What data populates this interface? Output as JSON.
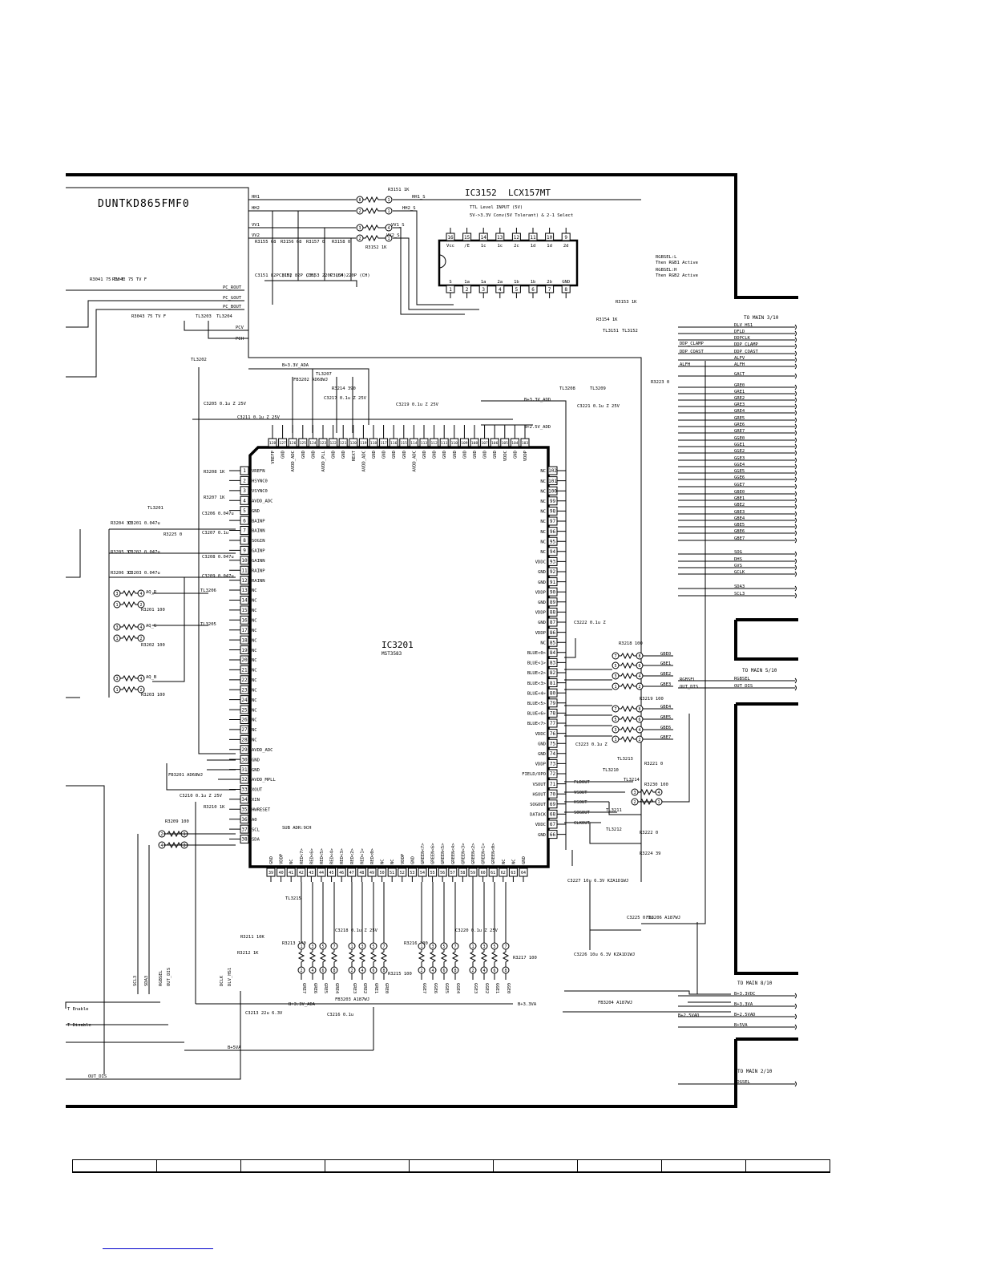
{
  "board": {
    "name": "DUNTKD865FMF0"
  },
  "ic_mux": {
    "ref": "IC3152",
    "part": "LCX157MT",
    "note1": "TTL Level INPUT (5V)",
    "note2": "5V->3.3V Conv(5V Tolerant) & 2-1 Select",
    "top_pins": [
      {
        "n": "16",
        "name": "Vcc"
      },
      {
        "n": "15",
        "name": "/E"
      },
      {
        "n": "14",
        "name": "1c"
      },
      {
        "n": "13",
        "name": "1c"
      },
      {
        "n": "12",
        "name": "2c"
      },
      {
        "n": "11",
        "name": "1d"
      },
      {
        "n": "10",
        "name": "1d"
      },
      {
        "n": "9",
        "name": "2d"
      }
    ],
    "bottom_pins": [
      {
        "n": "1",
        "name": "S"
      },
      {
        "n": "2",
        "name": "1a"
      },
      {
        "n": "3",
        "name": "1a"
      },
      {
        "n": "4",
        "name": "2a"
      },
      {
        "n": "5",
        "name": "1b"
      },
      {
        "n": "6",
        "name": "1b"
      },
      {
        "n": "7",
        "name": "2b"
      },
      {
        "n": "8",
        "name": "GND"
      }
    ]
  },
  "rgbsel_note": {
    "l1": "RGBSEL:L",
    "l2": "Then RGB1 Active",
    "l3": "RGBSEL:H",
    "l4": "Then RGB2 Active"
  },
  "ic_main": {
    "ref": "IC3201",
    "part": "MST3583",
    "sub_addr": "SUB ADR:9CH"
  },
  "left_pins": [
    {
      "n": "1",
      "name": "VREFN"
    },
    {
      "n": "2",
      "name": "HSYNC0"
    },
    {
      "n": "3",
      "name": "VSYNC0"
    },
    {
      "n": "4",
      "name": "AVDD_ADC"
    },
    {
      "n": "5",
      "name": "GND"
    },
    {
      "n": "6",
      "name": "BAINP"
    },
    {
      "n": "7",
      "name": "BAINN"
    },
    {
      "n": "8",
      "name": "SOGIN"
    },
    {
      "n": "9",
      "name": "GAINP"
    },
    {
      "n": "10",
      "name": "GAINN"
    },
    {
      "n": "11",
      "name": "RAINP"
    },
    {
      "n": "12",
      "name": "RAINN"
    },
    {
      "n": "13",
      "name": "NC"
    },
    {
      "n": "14",
      "name": "NC"
    },
    {
      "n": "15",
      "name": "NC"
    },
    {
      "n": "16",
      "name": "NC"
    },
    {
      "n": "17",
      "name": "NC"
    },
    {
      "n": "18",
      "name": "NC"
    },
    {
      "n": "19",
      "name": "NC"
    },
    {
      "n": "20",
      "name": "NC"
    },
    {
      "n": "21",
      "name": "NC"
    },
    {
      "n": "22",
      "name": "NC"
    },
    {
      "n": "23",
      "name": "NC"
    },
    {
      "n": "24",
      "name": "NC"
    },
    {
      "n": "25",
      "name": "NC"
    },
    {
      "n": "26",
      "name": "NC"
    },
    {
      "n": "27",
      "name": "NC"
    },
    {
      "n": "28",
      "name": "NC"
    },
    {
      "n": "29",
      "name": "AVDD_ADC"
    },
    {
      "n": "30",
      "name": "GND"
    },
    {
      "n": "31",
      "name": "GND"
    },
    {
      "n": "32",
      "name": "AVDD_MPLL"
    },
    {
      "n": "33",
      "name": "XOUT"
    },
    {
      "n": "34",
      "name": "XIN"
    },
    {
      "n": "35",
      "name": "HWRESET"
    },
    {
      "n": "36",
      "name": "A0"
    },
    {
      "n": "37",
      "name": "SCL"
    },
    {
      "n": "38",
      "name": "SDA"
    }
  ],
  "right_pins": [
    {
      "n": "102",
      "name": "NC"
    },
    {
      "n": "101",
      "name": "NC"
    },
    {
      "n": "100",
      "name": "NC"
    },
    {
      "n": "99",
      "name": "NC"
    },
    {
      "n": "98",
      "name": "NC"
    },
    {
      "n": "97",
      "name": "NC"
    },
    {
      "n": "96",
      "name": "NC"
    },
    {
      "n": "95",
      "name": "NC"
    },
    {
      "n": "94",
      "name": "NC"
    },
    {
      "n": "93",
      "name": "VDDC"
    },
    {
      "n": "92",
      "name": "GND"
    },
    {
      "n": "91",
      "name": "GND"
    },
    {
      "n": "90",
      "name": "VDDP"
    },
    {
      "n": "89",
      "name": "GND"
    },
    {
      "n": "88",
      "name": "VDDP"
    },
    {
      "n": "87",
      "name": "GND"
    },
    {
      "n": "86",
      "name": "VDDP"
    },
    {
      "n": "85",
      "name": "NC"
    },
    {
      "n": "84",
      "name": "BLUE<0>"
    },
    {
      "n": "83",
      "name": "BLUE<1>"
    },
    {
      "n": "82",
      "name": "BLUE<2>"
    },
    {
      "n": "81",
      "name": "BLUE<3>"
    },
    {
      "n": "80",
      "name": "BLUE<4>"
    },
    {
      "n": "79",
      "name": "BLUE<5>"
    },
    {
      "n": "78",
      "name": "BLUE<6>"
    },
    {
      "n": "77",
      "name": "BLUE<7>"
    },
    {
      "n": "76",
      "name": "VDDC"
    },
    {
      "n": "75",
      "name": "GND"
    },
    {
      "n": "74",
      "name": "GND"
    },
    {
      "n": "73",
      "name": "VDDP"
    },
    {
      "n": "72",
      "name": "FIELD/OPO"
    },
    {
      "n": "71",
      "name": "VSOUT"
    },
    {
      "n": "70",
      "name": "HSOUT"
    },
    {
      "n": "69",
      "name": "SOGOUT"
    },
    {
      "n": "68",
      "name": "DATACK"
    },
    {
      "n": "67",
      "name": "VDDC"
    },
    {
      "n": "66",
      "name": "GND"
    }
  ],
  "top_pins": [
    {
      "n": "128",
      "name": "VREFP"
    },
    {
      "n": "127",
      "name": "GND"
    },
    {
      "n": "126",
      "name": "AVDD_ADC"
    },
    {
      "n": "125",
      "name": "GND"
    },
    {
      "n": "124",
      "name": "GND"
    },
    {
      "n": "123",
      "name": "AVDD_PLL"
    },
    {
      "n": "122",
      "name": "GND"
    },
    {
      "n": "121",
      "name": "GND"
    },
    {
      "n": "120",
      "name": "REXT"
    },
    {
      "n": "119",
      "name": "AVDD_ADC"
    },
    {
      "n": "118",
      "name": "GND"
    },
    {
      "n": "117",
      "name": "GND"
    },
    {
      "n": "116",
      "name": "GND"
    },
    {
      "n": "115",
      "name": "GND"
    },
    {
      "n": "114",
      "name": "AVDD_ADC"
    },
    {
      "n": "113",
      "name": "GND"
    },
    {
      "n": "112",
      "name": "GND"
    },
    {
      "n": "111",
      "name": "GND"
    },
    {
      "n": "110",
      "name": "GND"
    },
    {
      "n": "109",
      "name": "GND"
    },
    {
      "n": "108",
      "name": "GND"
    },
    {
      "n": "107",
      "name": "GND"
    },
    {
      "n": "106",
      "name": "GND"
    },
    {
      "n": "105",
      "name": "VDDC"
    },
    {
      "n": "104",
      "name": "GND"
    },
    {
      "n": "103",
      "name": "VDDP"
    }
  ],
  "bottom_pins": [
    {
      "n": "39",
      "name": "GND"
    },
    {
      "n": "40",
      "name": "VDDP"
    },
    {
      "n": "41",
      "name": "NC"
    },
    {
      "n": "42",
      "name": "RED<7>"
    },
    {
      "n": "43",
      "name": "RED<6>"
    },
    {
      "n": "44",
      "name": "RED<5>"
    },
    {
      "n": "45",
      "name": "RED<4>"
    },
    {
      "n": "46",
      "name": "RED<3>"
    },
    {
      "n": "47",
      "name": "RED<2>"
    },
    {
      "n": "48",
      "name": "RED<1>"
    },
    {
      "n": "49",
      "name": "RED<0>"
    },
    {
      "n": "50",
      "name": "NC"
    },
    {
      "n": "51",
      "name": "NC"
    },
    {
      "n": "52",
      "name": "VDDP"
    },
    {
      "n": "53",
      "name": "GND"
    },
    {
      "n": "54",
      "name": "GREEN<7>"
    },
    {
      "n": "55",
      "name": "GREEN<6>"
    },
    {
      "n": "56",
      "name": "GREEN<5>"
    },
    {
      "n": "57",
      "name": "GREEN<4>"
    },
    {
      "n": "58",
      "name": "GREEN<3>"
    },
    {
      "n": "59",
      "name": "GREEN<2>"
    },
    {
      "n": "60",
      "name": "GREEN<1>"
    },
    {
      "n": "61",
      "name": "GREEN<0>"
    },
    {
      "n": "62",
      "name": "NC"
    },
    {
      "n": "63",
      "name": "NC"
    },
    {
      "n": "64",
      "name": "GND"
    }
  ],
  "conn_3": {
    "title": "TO MAIN 3/10",
    "signals": [
      "DLV_HS1",
      "DFLD",
      "DDPCLK",
      "DDP_CLAMP",
      "DDP_COAST",
      "ALFV",
      "ALFH",
      "GACT",
      "GRE0",
      "GRE1",
      "GRE2",
      "GRE3",
      "GRE4",
      "GRE5",
      "GRE6",
      "GRE7",
      "GGE0",
      "GGE1",
      "GGE2",
      "GGE3",
      "GGE4",
      "GGE5",
      "GGE6",
      "GGE7",
      "GBE0",
      "GBE1",
      "GBE2",
      "GBE3",
      "GBE4",
      "GBE5",
      "GBE6",
      "GBE7",
      "SOG",
      "DHS",
      "GVS",
      "GCLK",
      "SDA3",
      "SCL3"
    ]
  },
  "conn_5": {
    "title": "TO MAIN 5/10",
    "signals": [
      "RGBSEL",
      "OUT_DIS"
    ]
  },
  "conn_8": {
    "title": "TO MAIN 8/10",
    "signals": [
      "B+3.3VDC",
      "B+3.3VA",
      "B+2.5VAD",
      "B+5VA"
    ]
  },
  "conn_2": {
    "title": "TO MAIN 2/10",
    "signals": [
      "SOGSEL"
    ]
  },
  "nets": {
    "hh1": "HH1",
    "hh2": "HH2",
    "vv1": "VV1",
    "vv2": "VV2",
    "hh1s": "HH1_S",
    "hh2s": "HH2_S",
    "vv1s": "VV1_S",
    "vv2s": "VV2_S",
    "pc_rout": "PC_ROUT",
    "pc_gout": "PC_GOUT",
    "pc_bout": "PC_BOUT",
    "pcv": "PCV",
    "pch": "PCH",
    "b33ada": "B+3.3V_ADA",
    "b33add": "B+3.3V_ADD",
    "b25vadd": "B+2.5V_ADD",
    "b33va": "B+3.3VA",
    "b25vad": "B+2.5VAD",
    "b5va": "B+5VA",
    "b33vdc": "B+3.3VDC",
    "rgbsel": "RGBSEL",
    "out_dis": "OUT_DIS",
    "fldout": "FLDOUT",
    "vsout": "VSOUT",
    "hsout": "HSOUT",
    "sogout": "SOGOUT",
    "clkout": "CLKOUT",
    "ddp_clamp": "DDP_CLAMP",
    "ddp_coast": "DDP_COAST",
    "alfh": "ALFH",
    "t_enable": "T Enable",
    "t_disable": "T Disable",
    "b5va_low": "B+5VA",
    "out_dis_low": "OUT_DIS"
  },
  "parts": {
    "r3151": "R3151 1K",
    "r3152": "R3152 1K",
    "r3155": "R3155 68",
    "r3156": "R3156 68",
    "r3157": "R3157 0",
    "r3158": "R3158 0",
    "c3151": "C3151 82P (CH)",
    "c3152": "C3152 82P (CH)",
    "c3153": "C3153 220P (CH)",
    "c3154": "C3154 220P (CH)",
    "r3041": "R3041 75 TV F",
    "r3042": "R3042 75 TV F",
    "r3043": "R3043 75 TV F",
    "r3153": "R3153 1K",
    "r3154": "R3154 1K",
    "r3223": "R3223 0",
    "tl3202": "TL3202",
    "tl3203": "TL3203",
    "tl3204": "TL3204",
    "tl3207": "TL3207",
    "tl3208": "TL3208",
    "tl3209": "TL3209",
    "tl3151": "TL3151",
    "tl3152": "TL3152",
    "tl3201": "TL3201",
    "tl3205": "TL3205",
    "tl3206": "TL3206",
    "fb3202": "FB3202 AD68WJ",
    "r3214": "R3214 390",
    "c3217": "C3217 0.1u Z 25V",
    "c3219": "C3219 0.1u Z 25V",
    "c3205": "C3205 0.1u Z 25V",
    "c3211": "C3211 0.1u Z 25V",
    "c3221": "C3221 0.1u Z 25V",
    "r3208": "R3208 1K",
    "r3207": "R3207 1K",
    "r3204": "R3204 33",
    "r3205": "R3205 33",
    "r3206": "R3206 33",
    "c3201": "C3201 0.047u",
    "c3202": "C3202 0.047u",
    "c3203": "C3203 0.047u",
    "c3206": "C3206 0.047u",
    "c3207": "C3207 0.1u",
    "c3208": "C3208 0.047u",
    "c3209": "C3209 0.047u",
    "r3225": "R3225 0",
    "r3201": "R3201 100",
    "r3202": "R3202 100",
    "r3203": "R3203 100",
    "ar": "AQ_R",
    "ag": "AQ_G",
    "ab": "AQ_B",
    "c3222": "C3222 0.1u Z",
    "r3218": "R3218 100",
    "r3219": "R3219 100",
    "c3223": "C3223 0.1u Z",
    "tl3213": "TL3213",
    "tl3210": "TL3210",
    "tl3214": "TL3214",
    "tl3211": "TL3211",
    "tl3212": "TL3212",
    "r3221": "R3221 0",
    "r3230": "R3230 100",
    "r3222": "R3222 0",
    "r3224": "R3224 39",
    "fb3201": "FB3201 AD68WJ",
    "c3210": "C3210 0.1u Z 25V",
    "r3210": "R3210 1K",
    "r3209": "R3209 100",
    "c3227": "C3227 10u 6.3V KZA1D1WJ",
    "c3225": "C3225 0.1u",
    "fb3206": "FB3206 A187WJ",
    "c3226": "C3226 10u 6.3V KZA1D1WJ",
    "r3211": "R3211 10K",
    "r3212": "R3212 1K",
    "r3213": "R3213 100",
    "r3215": "R3215 100",
    "r3216": "R3216 100",
    "r3217": "R3217 100",
    "c3218": "C3218 0.1u Z 25V",
    "c3220": "C3220 0.1u Z 25V",
    "tl3215": "TL3215",
    "c3213": "C3213 22u 6.3V",
    "c3216": "C3216 0.1u",
    "fb3203": "FB3203 A187WJ",
    "fb3204": "FB3204 A187WJ"
  },
  "ra_bottom_labels": [
    "GRE7",
    "GRE6",
    "GRE5",
    "GRE4",
    "GRE3",
    "GRE2",
    "GRE1",
    "GRE0",
    "GGE7",
    "GGE6",
    "GGE5",
    "GGE4",
    "GGE3",
    "GGE2",
    "GGE1",
    "GGE0"
  ],
  "ra_right_labels_a": [
    "GBE0",
    "GBE1",
    "GBE2",
    "GBE3"
  ],
  "ra_right_labels_b": [
    "GBE4",
    "GBE5",
    "GBE6",
    "GBE7"
  ],
  "left_bus_labels": [
    "SCL3",
    "SDA3",
    "RGBSEL",
    "OUT_DIS",
    "DCLK",
    "DLV_HS1"
  ]
}
